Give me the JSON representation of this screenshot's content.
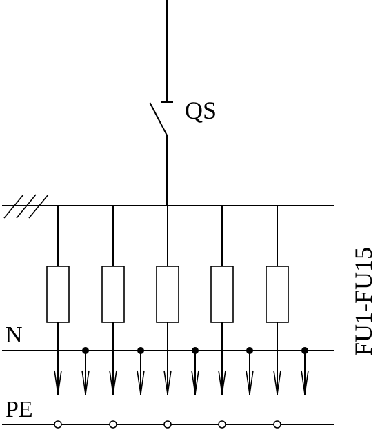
{
  "labels": {
    "switch": "QS",
    "fuses": "FU1-FU15",
    "neutral": "N",
    "protective_earth": "PE"
  }
}
